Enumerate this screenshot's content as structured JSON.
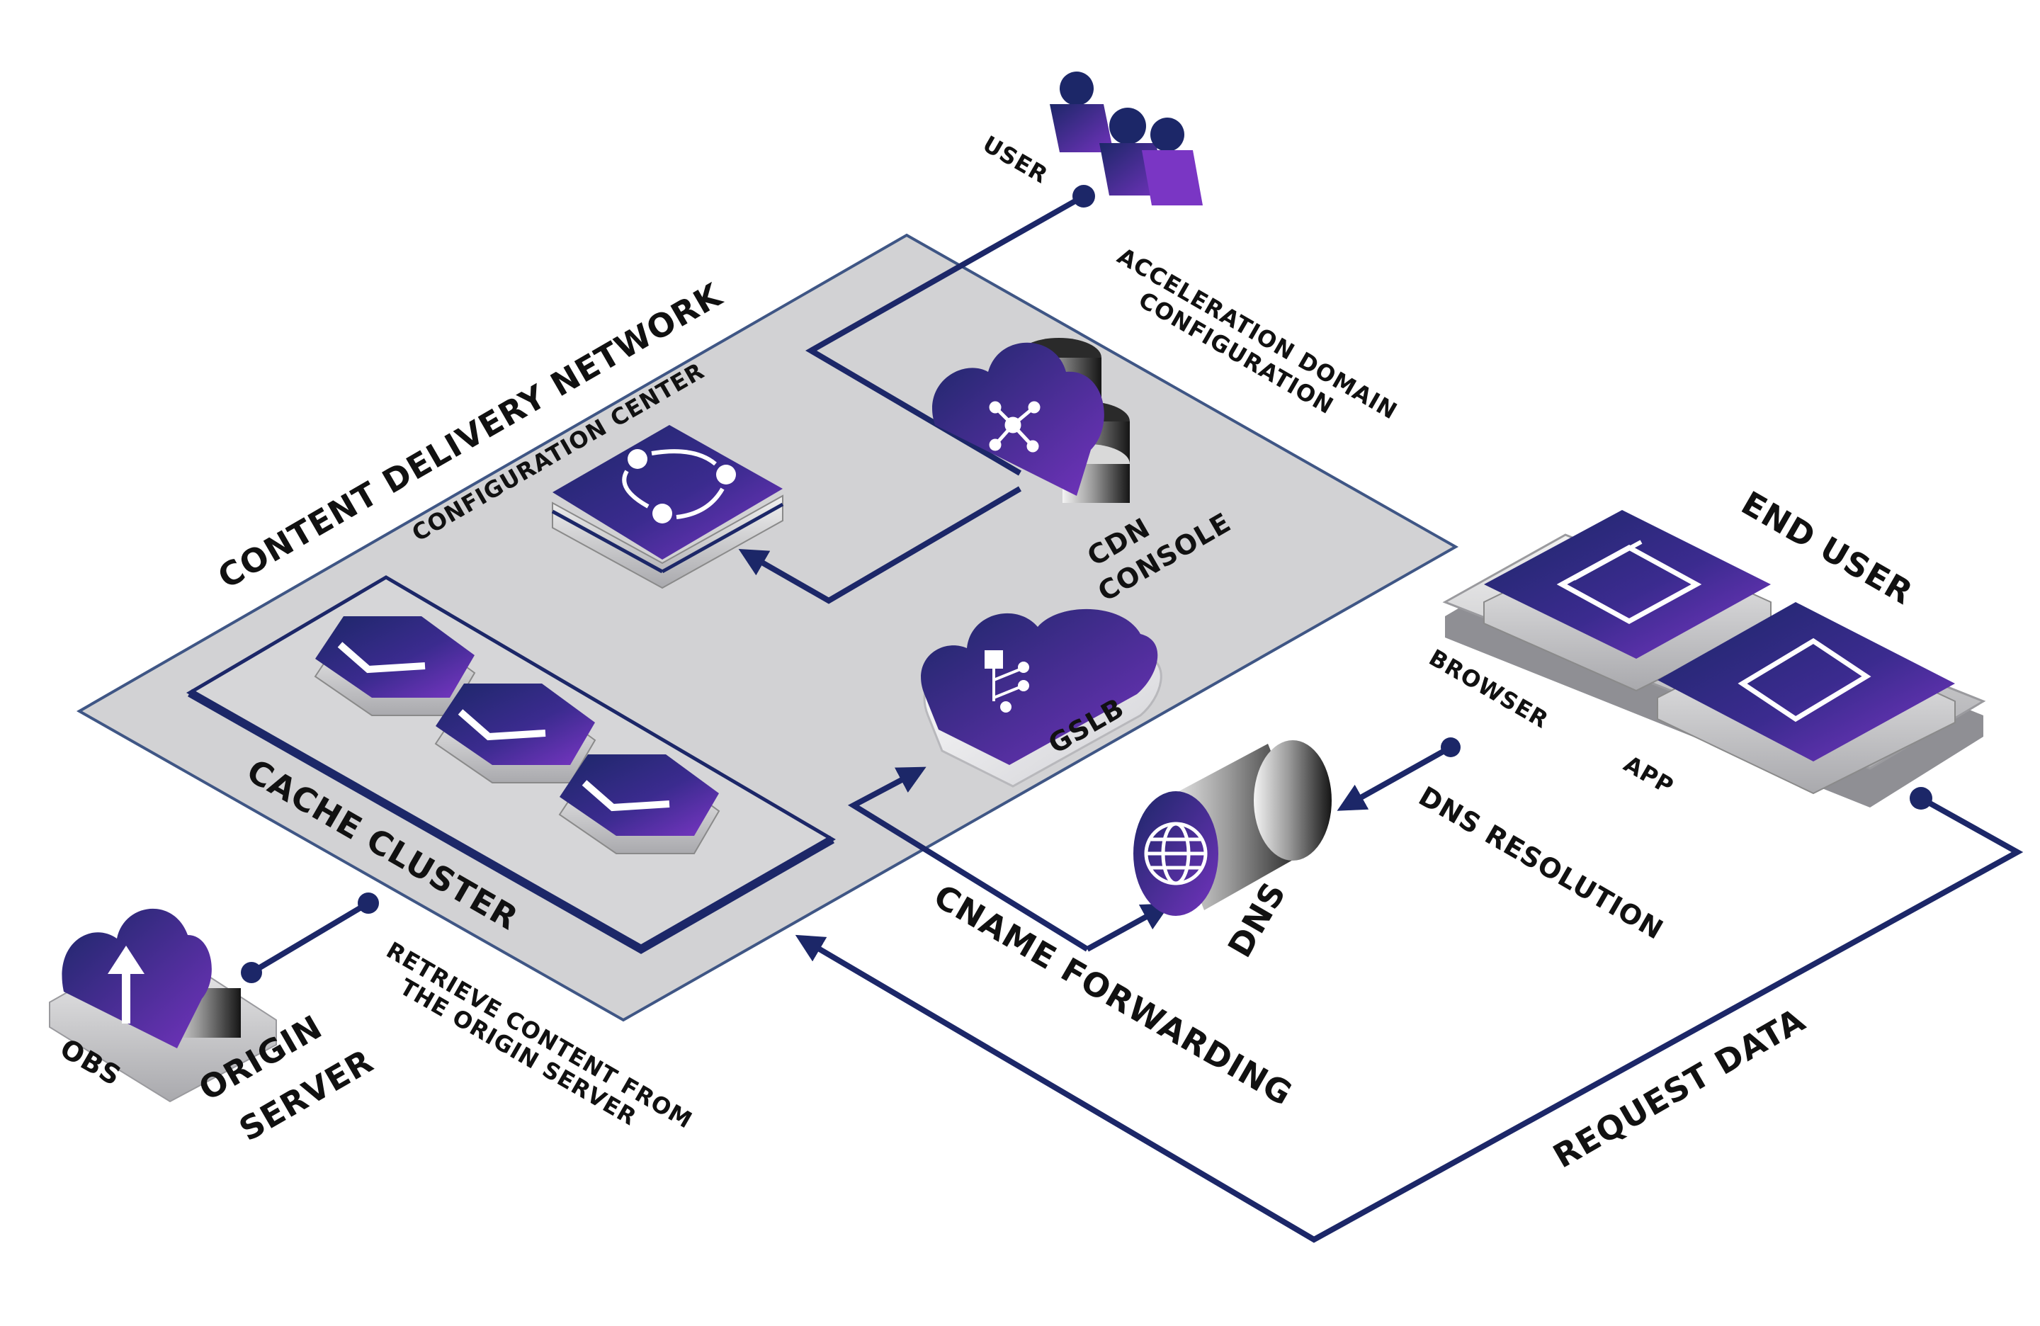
{
  "labels": {
    "user": "USER",
    "acceleration_domain_configuration": [
      "ACCELERATION DOMAIN",
      "CONFIGURATION"
    ],
    "content_delivery_network": "CONTENT DELIVERY NETWORK",
    "configuration_center": "CONFIGURATION CENTER",
    "cdn_console": [
      "CDN",
      "CONSOLE"
    ],
    "end_user": "END USER",
    "browser": "BROWSER",
    "app": "APP",
    "gslb": "GSLB",
    "cache_cluster": "CACHE CLUSTER",
    "dns": "DNS",
    "dns_resolution": "DNS RESOLUTION",
    "cname_forwarding": "CNAME FORWARDING",
    "request_data": "REQUEST DATA",
    "obs": "OBS",
    "origin_server": [
      "ORIGIN",
      "SERVER"
    ],
    "retrieve_content": [
      "RETRIEVE CONTENT FROM",
      "THE ORIGIN SERVER"
    ]
  },
  "colors": {
    "navy": "#1c2768",
    "purple": "#6f2fb3",
    "platform_fill": "#d2d2d4",
    "platform_stroke": "#3f5685"
  },
  "icons": [
    "users-icon",
    "cdn-console-cloud-icon",
    "configuration-center-icon",
    "gslb-cloud-icon",
    "cache-node-icon",
    "dns-globe-icon",
    "browser-window-icon",
    "mobile-app-icon",
    "obs-upload-cloud-icon"
  ]
}
